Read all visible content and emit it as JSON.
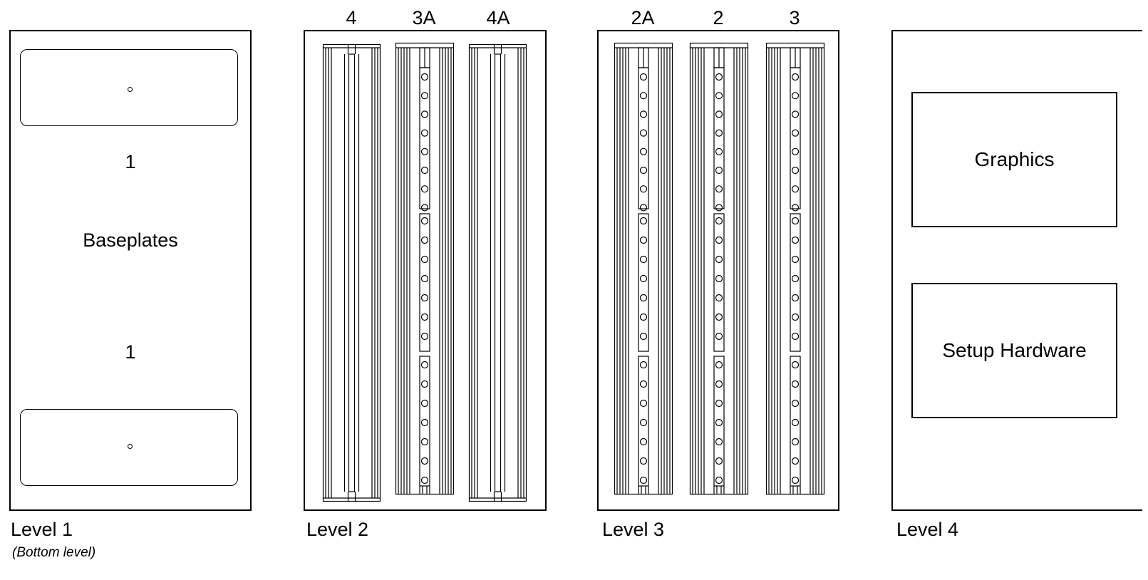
{
  "levels": [
    {
      "label": "Level 1",
      "note": "(Bottom level)",
      "title": "Baseplates",
      "top_count": "1",
      "bottom_count": "1"
    },
    {
      "label": "Level 2",
      "columns": [
        {
          "label": "4",
          "type": "plain"
        },
        {
          "label": "3A",
          "type": "holed"
        },
        {
          "label": "4A",
          "type": "plain"
        }
      ]
    },
    {
      "label": "Level 3",
      "columns": [
        {
          "label": "2A",
          "type": "holed"
        },
        {
          "label": "2",
          "type": "holed"
        },
        {
          "label": "3",
          "type": "holed"
        }
      ]
    },
    {
      "label": "Level 4",
      "boxes": [
        {
          "label": "Graphics"
        },
        {
          "label": "Setup Hardware"
        }
      ]
    }
  ]
}
